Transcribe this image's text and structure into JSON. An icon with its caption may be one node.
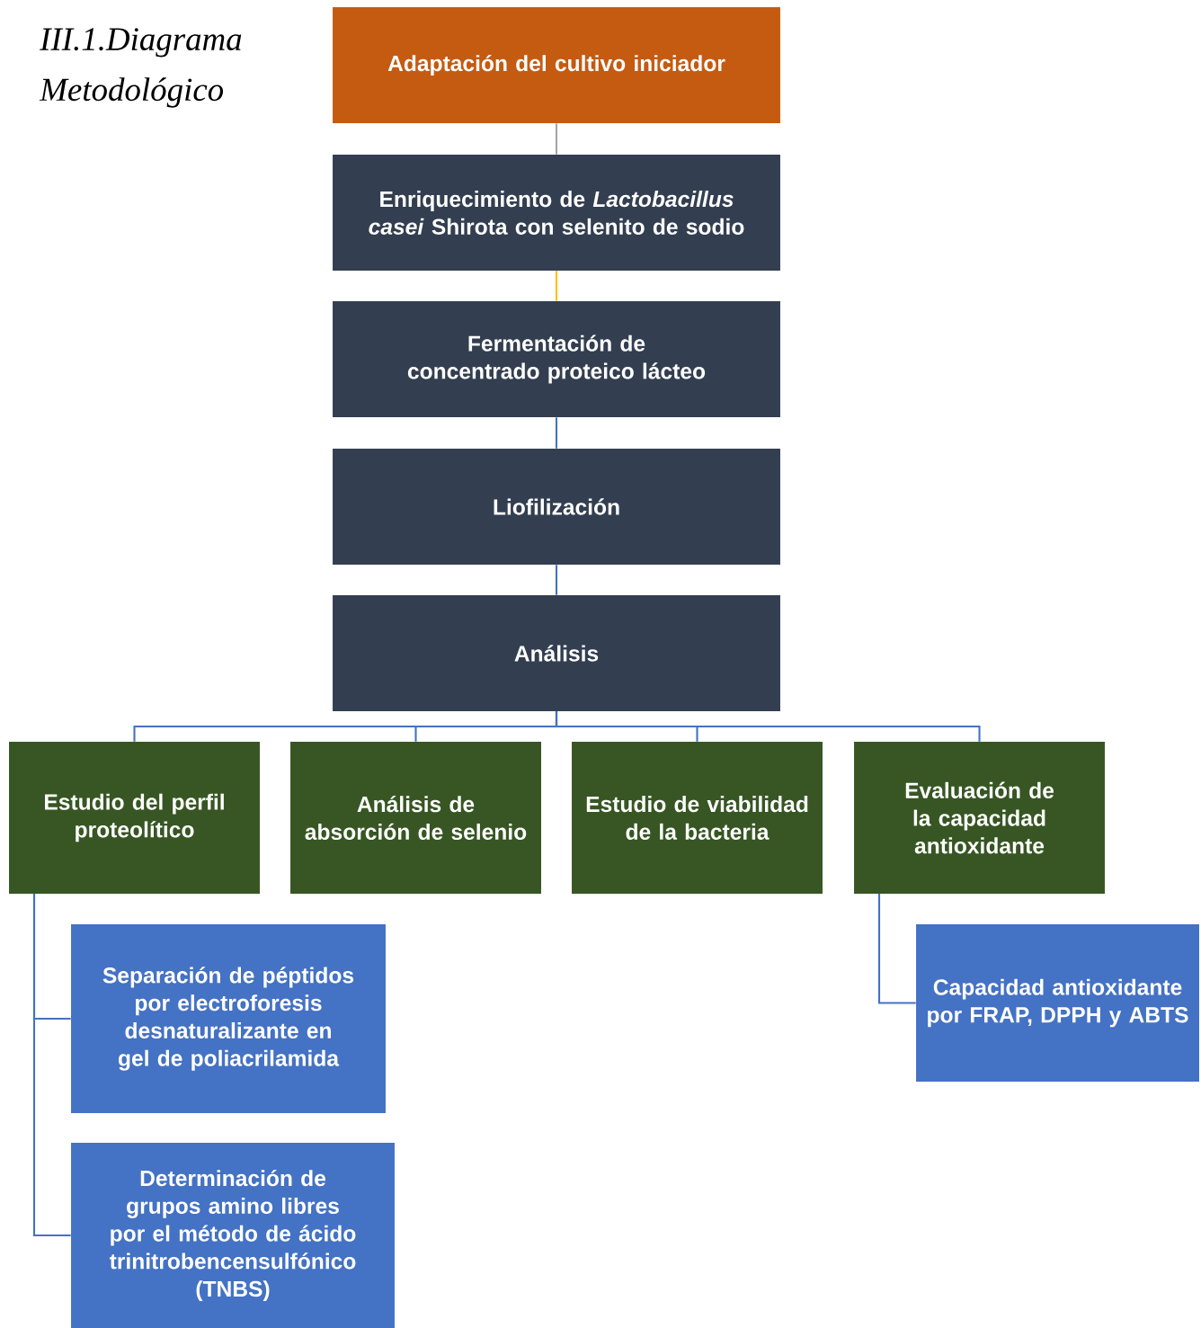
{
  "diagram": {
    "title": "III.1.Diagrama Metodológico",
    "nodes": [
      {
        "text": [
          "Adaptación del cultivo iniciador"
        ]
      },
      {
        "text": [
          "Enriquecimiento de *Lactobacillus casei* Shirota con selenito de sodio"
        ]
      },
      {
        "text": [
          "Fermentación de concentrado proteico lácteo"
        ]
      },
      {
        "text": [
          "Liofilización"
        ]
      },
      {
        "text": [
          "Análisis"
        ]
      },
      {
        "text": [
          "Estudio del perfil proteolítico"
        ]
      },
      {
        "text": [
          "Análisis de absorción de selenio"
        ]
      },
      {
        "text": [
          "Estudio de viabilidad de la bacteria"
        ]
      },
      {
        "text": [
          "Evaluación de la capacidad antioxidante"
        ]
      },
      {
        "text": [
          "Separación de péptidos por electroforesis desnaturalizante en gel de poliacrilamida"
        ]
      },
      {
        "text": [
          "Determinación de grupos amino libres por el método de ácido trinitrobencensulfónico (TNBS)"
        ]
      },
      {
        "text": [
          "Capacidad antioxidante por FRAP, DPPH y ABTS"
        ]
      }
    ],
    "edges": [
      {
        "from": 0,
        "to": 1,
        "arrow": "none",
        "color": "#a5a5a5"
      },
      {
        "from": 1,
        "to": 2,
        "arrow": "none",
        "color": "#ffc000"
      },
      {
        "from": 2,
        "to": 3,
        "arrow": "none"
      },
      {
        "from": 3,
        "to": 4,
        "arrow": "none"
      },
      {
        "from": 4,
        "to": 5,
        "arrow": "none"
      },
      {
        "from": 4,
        "to": 6,
        "arrow": "none"
      },
      {
        "from": 4,
        "to": 7,
        "arrow": "none"
      },
      {
        "from": 4,
        "to": 8,
        "arrow": "none"
      },
      {
        "from": 5,
        "to": 9,
        "arrow": "none"
      },
      {
        "from": 5,
        "to": 10,
        "arrow": "none"
      },
      {
        "from": 8,
        "to": 11,
        "arrow": "none"
      }
    ]
  }
}
